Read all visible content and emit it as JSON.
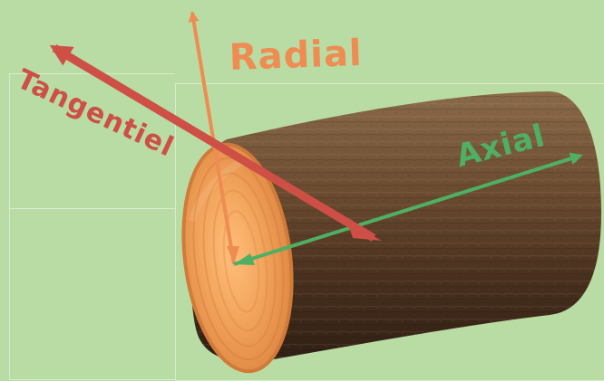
{
  "labels": {
    "radial": "Radial",
    "axial": "Axial",
    "tangentiel": "Tangentiel"
  },
  "colors": {
    "background": "#b9dca4",
    "radial": "#ef8c52",
    "axial": "#4faf63",
    "tangentiel": "#cd4f45",
    "bark": "#6a4a2f",
    "wood_face": "#f0a25b"
  },
  "icons": {
    "log": "log-icon"
  }
}
